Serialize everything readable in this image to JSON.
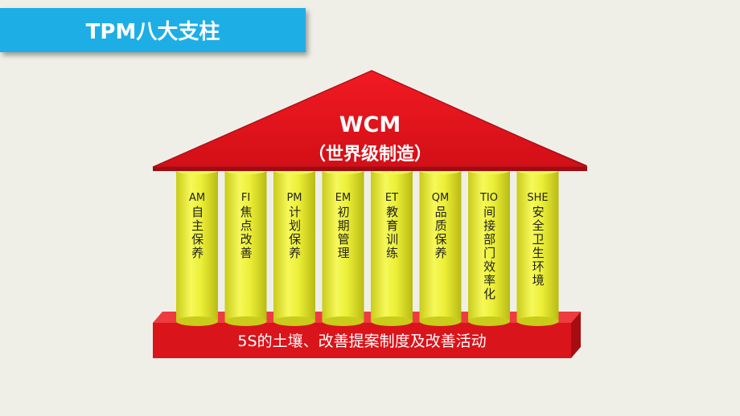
{
  "header": {
    "title": "TPM八大支柱"
  },
  "roof": {
    "line1": "WCM",
    "line2": "（世界级制造）"
  },
  "pillars": [
    {
      "code": "AM",
      "name": "自主保养"
    },
    {
      "code": "FI",
      "name": "焦点改善"
    },
    {
      "code": "PM",
      "name": "计划保养"
    },
    {
      "code": "EM",
      "name": "初期管理"
    },
    {
      "code": "ET",
      "name": "教育训练"
    },
    {
      "code": "QM",
      "name": "品质保养"
    },
    {
      "code": "TIO",
      "name": "间接部门效率化"
    },
    {
      "code": "SHE",
      "name": "安全卫生环境"
    }
  ],
  "base": {
    "label": "5S的土壤、改善提案制度及改善活动"
  },
  "colors": {
    "accent": "#1eaee6",
    "roof": "#e8131d",
    "pillar": "#ecf03a",
    "base": "#d9141a",
    "background": "#efefe8"
  }
}
